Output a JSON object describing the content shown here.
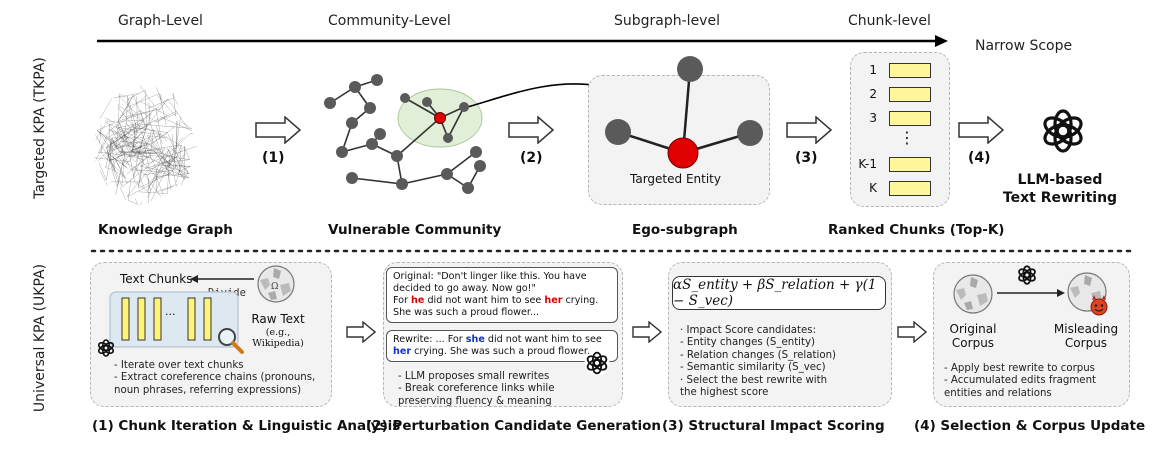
{
  "levels": {
    "graph": "Graph-Level",
    "community": "Community-Level",
    "subgraph": "Subgraph-level",
    "chunk": "Chunk-level",
    "narrow": "Narrow Scope"
  },
  "tkpa": {
    "side_label": "Targeted KPA (TKPA)",
    "steps": [
      "(1)",
      "(2)",
      "(3)",
      "(4)"
    ],
    "captions": {
      "kg": "Knowledge Graph",
      "vc": "Vulnerable Community",
      "ego": "Ego-subgraph",
      "ranked": "Ranked Chunks (Top-K)",
      "llm_line1": "LLM-based",
      "llm_line2": "Text Rewriting"
    },
    "targeted_entity": "Targeted Entity",
    "ranks": [
      "1",
      "2",
      "3",
      "⋮",
      "K-1",
      "K"
    ]
  },
  "ukpa": {
    "side_label": "Universal KPA (UKPA)",
    "panel1": {
      "text_chunks": "Text Chunks",
      "divide": "Divide",
      "ellipsis": "...",
      "raw_text": "Raw Text",
      "raw_sub": "(e.g., Wikipedia)",
      "bullets": "- Iterate over text chunks\n- Extract coreference chains (pronouns,\n  noun phrases, referring expressions)",
      "caption": "(1) Chunk Iteration & Linguistic Analysis"
    },
    "panel2": {
      "orig_a": "Original: \"Don't linger like this. You have decided to go away. Now go!\"",
      "orig_b1": "For ",
      "orig_b2": "he",
      "orig_b3": " did not want him to see ",
      "orig_b4": "her",
      "orig_b5": " crying. She was such a proud flower...",
      "rew_1": "Rewrite: ... For ",
      "rew_2": "she",
      "rew_3": " did not want him to see ",
      "rew_4": "her",
      "rew_5": " crying. She was such a proud flower...",
      "bullets": "- LLM proposes small rewrites\n- Break coreference links while\n  preserving fluency & meaning",
      "caption": "(2) Perturbation Candidate Generation"
    },
    "panel3": {
      "formula": "αS_entity + βS_relation + γ(1 − S_vec)",
      "bullets": "· Impact Score candidates:\n  - Entity changes (S_entity)\n  - Relation changes (S_relation)\n  - Semantic similarity (S_vec)\n· Select the best rewrite with\n  the highest score",
      "caption": "(3) Structural Impact Scoring"
    },
    "panel4": {
      "original": "Original\nCorpus",
      "misleading": "Misleading\nCorpus",
      "bullets": "- Apply best rewrite to corpus\n- Accumulated edits fragment\n  entities and relations",
      "caption": "(4) Selection & Corpus Update"
    }
  },
  "colors": {
    "target_node": "#e00000",
    "node": "#5a5a5a",
    "chunk_bar": "#fff59a",
    "community_highlight": "#e2efd8"
  },
  "icons": [
    "llm-logo-icon",
    "wikipedia-globe-icon",
    "magnifier-icon",
    "devil-icon"
  ]
}
